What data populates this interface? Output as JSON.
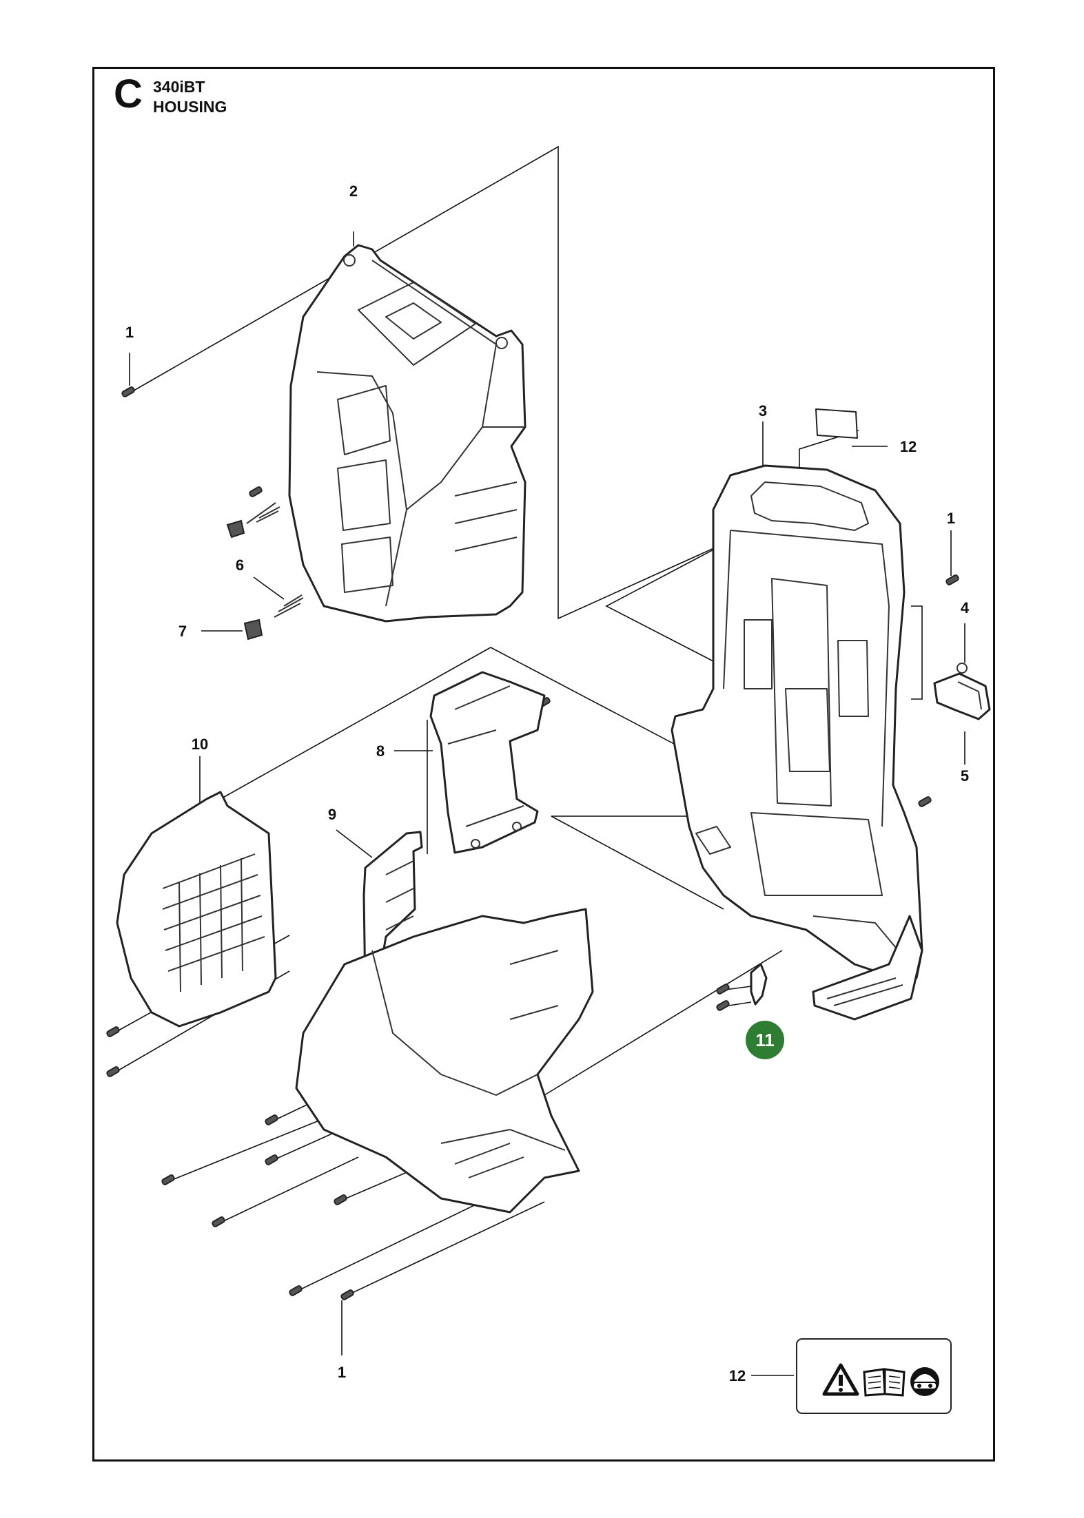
{
  "header": {
    "section_letter": "C",
    "model": "340iBT",
    "title": "HOUSING"
  },
  "callouts": {
    "c1_top_left": "1",
    "c2": "2",
    "c3": "3",
    "c12_label_top": "12",
    "c1_right": "1",
    "c4": "4",
    "c5": "5",
    "c6": "6",
    "c7": "7",
    "c8": "8",
    "c9": "9",
    "c10": "10",
    "c11_highlighted": "11",
    "c1_bottom": "1",
    "c12_bottom": "12"
  },
  "colors": {
    "highlight_badge": "#2e7d32",
    "line": "#111111"
  },
  "safety_label_icons": [
    "warning-triangle-icon",
    "manual-book-icon",
    "protective-gear-icon"
  ]
}
